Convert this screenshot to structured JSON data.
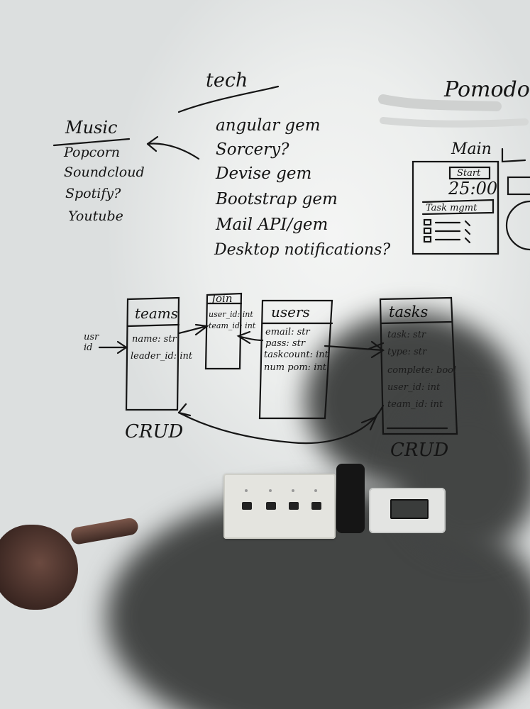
{
  "whiteboard": {
    "music": {
      "title": "Music",
      "items": [
        "Popcorn",
        "Soundcloud",
        "Spotify?",
        "Youtube"
      ]
    },
    "tech": {
      "title": "tech",
      "items": [
        "angular gem",
        "Sorcery?",
        "Devise gem",
        "Bootstrap gem",
        "Mail API/gem",
        "Desktop notifications?"
      ]
    },
    "pomodoro": {
      "title": "Pomodoro",
      "main_label": "Main",
      "start_label": "Start",
      "timer": "25:00",
      "task_label": "Task mgmt"
    },
    "schema": {
      "teams": {
        "title": "teams",
        "fields": [
          "name: str",
          "leader_id: int"
        ]
      },
      "join": {
        "title": "Join",
        "fields": [
          "user_id: int",
          "team_id: int"
        ]
      },
      "users": {
        "title": "users",
        "fields": [
          "email: str",
          "pass: str",
          "taskcount: int",
          "num pom: int"
        ]
      },
      "tasks": {
        "title": "tasks",
        "fields": [
          "task: str",
          "type: str",
          "complete: bool",
          "user_id: int",
          "team_id: int"
        ]
      },
      "user_id_label": "usr id",
      "crud_left": "CRUD",
      "crud_right": "CRUD"
    }
  },
  "colors": {
    "ink": "#141414",
    "board": "#eceeed",
    "shadow": "#434544"
  }
}
